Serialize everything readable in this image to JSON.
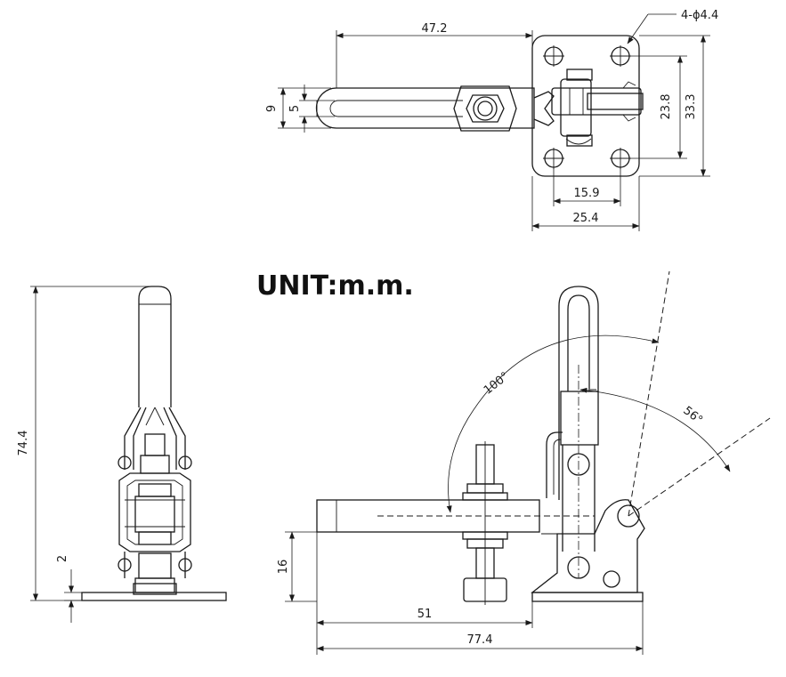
{
  "unit_label": "UNIT:m.m.",
  "top_view": {
    "handle_length": "47.2",
    "hole_callout": "4-ϕ4.4",
    "slot_width_outer": "9",
    "slot_width_inner": "5",
    "hole_spacing_v": "23.8",
    "base_height": "33.3",
    "hole_spacing_h": "15.9",
    "base_width": "25.4"
  },
  "end_view": {
    "overall_height": "74.4",
    "base_thickness": "2"
  },
  "side_view": {
    "angle_open": "100°",
    "angle_handle": "56°",
    "spindle_height": "16",
    "spindle_reach": "51",
    "overall_length": "77.4"
  }
}
